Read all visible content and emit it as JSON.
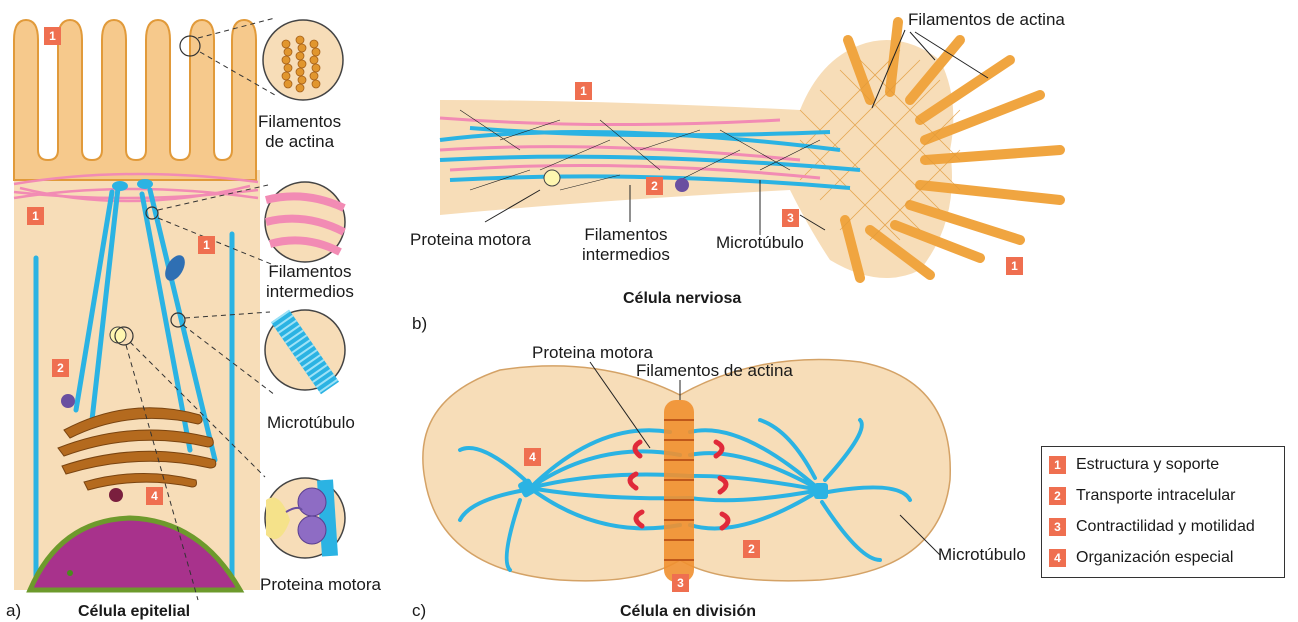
{
  "panel_a": {
    "letter": "a)",
    "title": "Célula epitelial",
    "labels": {
      "actin": "Filamentos\nde actina",
      "intermediate": "Filamentos\nintermedios",
      "microtubule": "Microtúbulo",
      "motor": "Proteina motora"
    },
    "badges": [
      "1",
      "1",
      "1",
      "2",
      "4"
    ]
  },
  "panel_b": {
    "letter": "b)",
    "title": "Célula nerviosa",
    "labels": {
      "actin": "Filamentos de actina",
      "motor": "Proteina motora",
      "intermediate": "Filamentos\nintermedios",
      "microtubule": "Microtúbulo"
    },
    "badges": [
      "1",
      "2",
      "3",
      "1"
    ]
  },
  "panel_c": {
    "letter": "c)",
    "title": "Célula en división",
    "labels": {
      "motor": "Proteina motora",
      "actin": "Filamentos de actina",
      "microtubule": "Microtúbulo"
    },
    "badges": [
      "4",
      "2",
      "3"
    ]
  },
  "legend": [
    {
      "num": "1",
      "text": "Estructura y soporte"
    },
    {
      "num": "2",
      "text": "Transporte intracelular"
    },
    {
      "num": "3",
      "text": "Contractilidad y motilidad"
    },
    {
      "num": "4",
      "text": "Organización especial"
    }
  ],
  "colors": {
    "actin": "#f0a540",
    "intermediate": "#f28bb4",
    "microtubule": "#2bb3e3",
    "cytoplasm": "#f7ddb8",
    "badge": "#ef6f50",
    "motor": "#6a4fa0",
    "golgi": "#b46a1e"
  }
}
